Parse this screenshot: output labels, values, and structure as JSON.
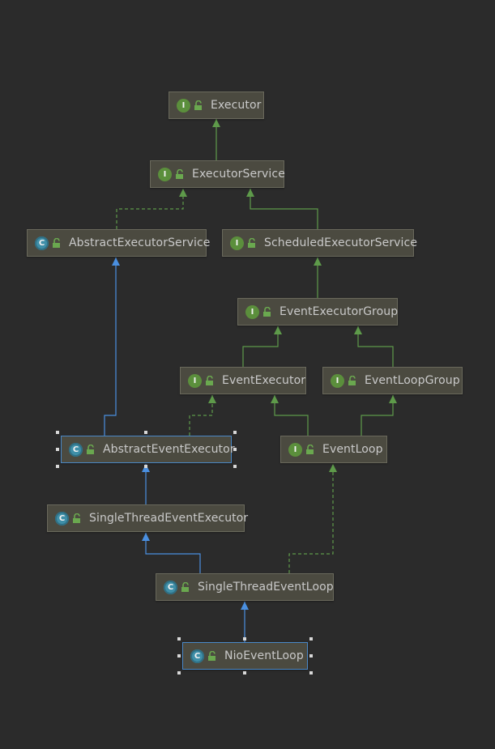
{
  "diagram": {
    "nodes": [
      {
        "id": "executor",
        "label": "Executor",
        "kind": "interface"
      },
      {
        "id": "executor-service",
        "label": "ExecutorService",
        "kind": "interface"
      },
      {
        "id": "abstract-executor-service",
        "label": "AbstractExecutorService",
        "kind": "abstract-class"
      },
      {
        "id": "scheduled-executor-service",
        "label": "ScheduledExecutorService",
        "kind": "interface"
      },
      {
        "id": "event-executor-group",
        "label": "EventExecutorGroup",
        "kind": "interface"
      },
      {
        "id": "event-executor",
        "label": "EventExecutor",
        "kind": "interface"
      },
      {
        "id": "event-loop-group",
        "label": "EventLoopGroup",
        "kind": "interface"
      },
      {
        "id": "abstract-event-executor",
        "label": "AbstractEventExecutor",
        "kind": "abstract-class",
        "selected": true
      },
      {
        "id": "event-loop",
        "label": "EventLoop",
        "kind": "interface"
      },
      {
        "id": "single-thread-event-executor",
        "label": "SingleThreadEventExecutor",
        "kind": "abstract-class"
      },
      {
        "id": "single-thread-event-loop",
        "label": "SingleThreadEventLoop",
        "kind": "abstract-class"
      },
      {
        "id": "nio-event-loop",
        "label": "NioEventLoop",
        "kind": "class",
        "selected": true
      }
    ],
    "edges": [
      {
        "from": "executor-service",
        "to": "executor",
        "type": "extends-interface"
      },
      {
        "from": "abstract-executor-service",
        "to": "executor-service",
        "type": "implements"
      },
      {
        "from": "scheduled-executor-service",
        "to": "executor-service",
        "type": "extends-interface"
      },
      {
        "from": "event-executor-group",
        "to": "scheduled-executor-service",
        "type": "extends-interface"
      },
      {
        "from": "event-executor",
        "to": "event-executor-group",
        "type": "extends-interface"
      },
      {
        "from": "event-loop-group",
        "to": "event-executor-group",
        "type": "extends-interface"
      },
      {
        "from": "abstract-event-executor",
        "to": "abstract-executor-service",
        "type": "extends-class"
      },
      {
        "from": "abstract-event-executor",
        "to": "event-executor",
        "type": "implements"
      },
      {
        "from": "event-loop",
        "to": "event-executor",
        "type": "extends-interface"
      },
      {
        "from": "event-loop",
        "to": "event-loop-group",
        "type": "extends-interface"
      },
      {
        "from": "single-thread-event-executor",
        "to": "abstract-event-executor",
        "type": "extends-class"
      },
      {
        "from": "single-thread-event-loop",
        "to": "single-thread-event-executor",
        "type": "extends-class"
      },
      {
        "from": "single-thread-event-loop",
        "to": "event-loop",
        "type": "implements"
      },
      {
        "from": "nio-event-loop",
        "to": "single-thread-event-loop",
        "type": "extends-class"
      }
    ]
  },
  "icons": {
    "interface_letter": "I",
    "class_letter": "C",
    "interface_color": "#5b8f3c",
    "class_color": "#3f8fa8",
    "lock_color": "#6aa84f"
  },
  "colors": {
    "background": "#2b2b2b",
    "node_fill": "#4b4a40",
    "interface_edge": "#5e9a4a",
    "class_edge": "#4a8fe0",
    "selection": "#4a88c7"
  }
}
